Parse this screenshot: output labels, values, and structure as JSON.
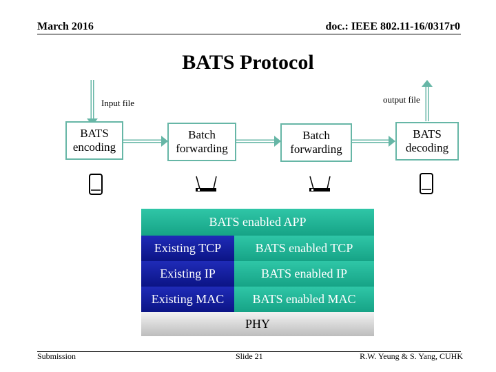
{
  "header": {
    "date": "March 2016",
    "doc_id": "doc.: IEEE 802.11-16/0317r0"
  },
  "title": "BATS Protocol",
  "diagram": {
    "input_label": "Input file",
    "output_label": "output file",
    "nodes": [
      {
        "label": "BATS encoding"
      },
      {
        "label": "Batch forwarding"
      },
      {
        "label": "Batch forwarding"
      },
      {
        "label": "BATS decoding"
      }
    ],
    "icons": [
      "smartphone-icon",
      "router-icon",
      "router-icon",
      "smartphone-icon"
    ],
    "accent_color": "#66b6a6"
  },
  "stack": {
    "app": "BATS enabled APP",
    "rows": [
      {
        "left": "Existing TCP",
        "right": "BATS enabled TCP"
      },
      {
        "left": "Existing IP",
        "right": "BATS enabled IP"
      },
      {
        "left": "Existing MAC",
        "right": "BATS enabled MAC"
      }
    ],
    "phy": "PHY",
    "colors": {
      "teal": "#16a386",
      "blue": "#0b1485",
      "phy": "#d9d9d9"
    }
  },
  "footer": {
    "left": "Submission",
    "center": "Slide 21",
    "right": "R.W. Yeung & S. Yang, CUHK"
  }
}
